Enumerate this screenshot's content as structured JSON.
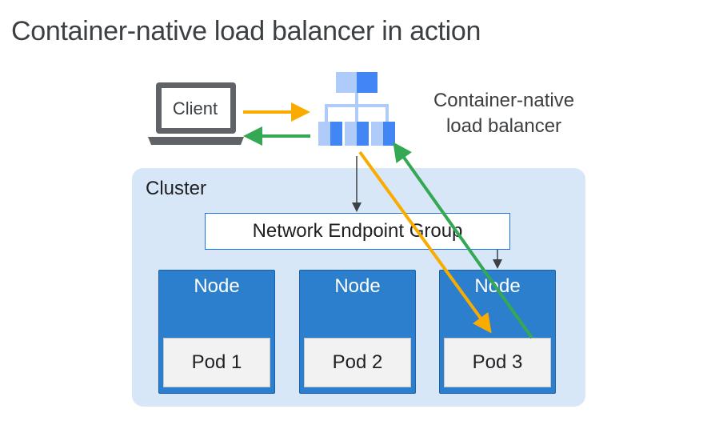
{
  "title": "Container-native load balancer in action",
  "client": {
    "label": "Client",
    "icon": "laptop-icon"
  },
  "load_balancer": {
    "label_line1": "Container-native",
    "label_line2": "load balancer",
    "icon": "hierarchy-icon"
  },
  "cluster": {
    "label": "Cluster"
  },
  "neg": {
    "label": "Network Endpoint Group"
  },
  "nodes": [
    {
      "label": "Node",
      "pod": "Pod 1"
    },
    {
      "label": "Node",
      "pod": "Pod 2"
    },
    {
      "label": "Node",
      "pod": "Pod 3"
    }
  ],
  "colors": {
    "request_arrow": "#f9ab00",
    "response_arrow": "#34a853",
    "node_fill": "#2b7fcc",
    "cluster_fill": "#d7e7f8",
    "lb_icon_light": "#aecbfa",
    "lb_icon_dark": "#4285f4"
  }
}
